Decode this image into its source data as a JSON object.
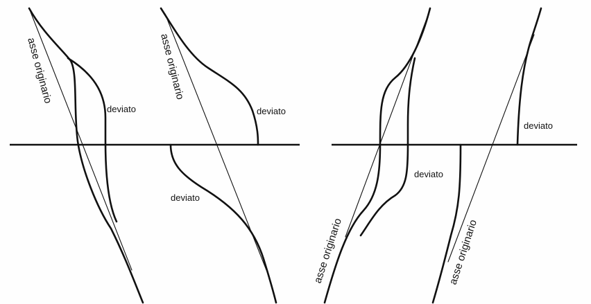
{
  "colors": {
    "background": "#fefefe",
    "stroke": "#111111"
  },
  "panels": [
    {
      "id": "left",
      "lines": [
        {
          "axis_label": "asse originario",
          "deviated_labels": [
            "deviato"
          ]
        },
        {
          "axis_label": "asse originario",
          "deviated_labels": [
            "deviato",
            "deviato"
          ]
        }
      ]
    },
    {
      "id": "right",
      "lines": [
        {
          "axis_label": "asse originario",
          "deviated_labels": [
            "deviato"
          ]
        },
        {
          "axis_label": "asse originario",
          "deviated_labels": [
            "deviato"
          ]
        }
      ]
    }
  ]
}
